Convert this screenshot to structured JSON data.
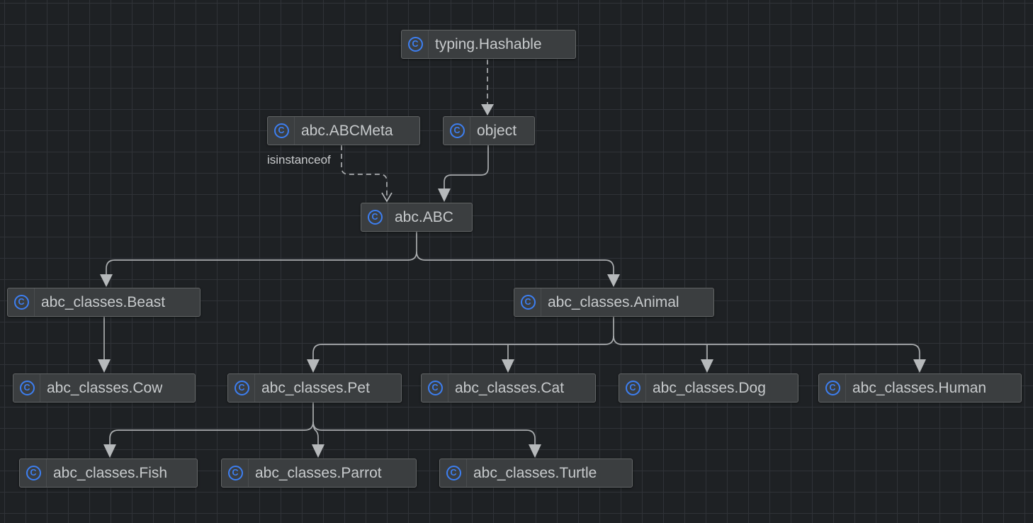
{
  "diagram": {
    "type": "class-hierarchy",
    "icon_glyph": "C",
    "edge_label": "isinstanceof",
    "nodes": [
      {
        "id": "typing-hashable",
        "label": "typing.Hashable"
      },
      {
        "id": "abc-abcmeta",
        "label": "abc.ABCMeta"
      },
      {
        "id": "object",
        "label": "object"
      },
      {
        "id": "abc-abc",
        "label": "abc.ABC"
      },
      {
        "id": "beast",
        "label": "abc_classes.Beast"
      },
      {
        "id": "animal",
        "label": "abc_classes.Animal"
      },
      {
        "id": "cow",
        "label": "abc_classes.Cow"
      },
      {
        "id": "pet",
        "label": "abc_classes.Pet"
      },
      {
        "id": "cat",
        "label": "abc_classes.Cat"
      },
      {
        "id": "dog",
        "label": "abc_classes.Dog"
      },
      {
        "id": "human",
        "label": "abc_classes.Human"
      },
      {
        "id": "fish",
        "label": "abc_classes.Fish"
      },
      {
        "id": "parrot",
        "label": "abc_classes.Parrot"
      },
      {
        "id": "turtle",
        "label": "abc_classes.Turtle"
      }
    ],
    "edges": [
      {
        "from": "typing.Hashable",
        "to": "object",
        "style": "dashed",
        "arrow": "filled"
      },
      {
        "from": "abc.ABCMeta",
        "to": "abc.ABC",
        "style": "dashed",
        "arrow": "open",
        "label": "isinstanceof"
      },
      {
        "from": "object",
        "to": "abc.ABC",
        "style": "solid",
        "arrow": "filled"
      },
      {
        "from": "abc.ABC",
        "to": "abc_classes.Beast",
        "style": "solid",
        "arrow": "filled"
      },
      {
        "from": "abc.ABC",
        "to": "abc_classes.Animal",
        "style": "solid",
        "arrow": "filled"
      },
      {
        "from": "abc_classes.Beast",
        "to": "abc_classes.Cow",
        "style": "solid",
        "arrow": "filled"
      },
      {
        "from": "abc_classes.Animal",
        "to": "abc_classes.Pet",
        "style": "solid",
        "arrow": "filled"
      },
      {
        "from": "abc_classes.Animal",
        "to": "abc_classes.Cat",
        "style": "solid",
        "arrow": "filled"
      },
      {
        "from": "abc_classes.Animal",
        "to": "abc_classes.Dog",
        "style": "solid",
        "arrow": "filled"
      },
      {
        "from": "abc_classes.Animal",
        "to": "abc_classes.Human",
        "style": "solid",
        "arrow": "filled"
      },
      {
        "from": "abc_classes.Pet",
        "to": "abc_classes.Fish",
        "style": "solid",
        "arrow": "filled"
      },
      {
        "from": "abc_classes.Pet",
        "to": "abc_classes.Parrot",
        "style": "solid",
        "arrow": "filled"
      },
      {
        "from": "abc_classes.Pet",
        "to": "abc_classes.Turtle",
        "style": "solid",
        "arrow": "filled"
      }
    ],
    "colors": {
      "background": "#1e2124",
      "grid_line": "#303338",
      "node_bg": "#3b3e40",
      "node_border": "#626566",
      "node_text": "#c7cacc",
      "icon_blue": "#3d7ff2",
      "edge": "#a9acae",
      "arrow": "#b6b9bb",
      "edge_label_text": "#c9cbcd"
    }
  }
}
